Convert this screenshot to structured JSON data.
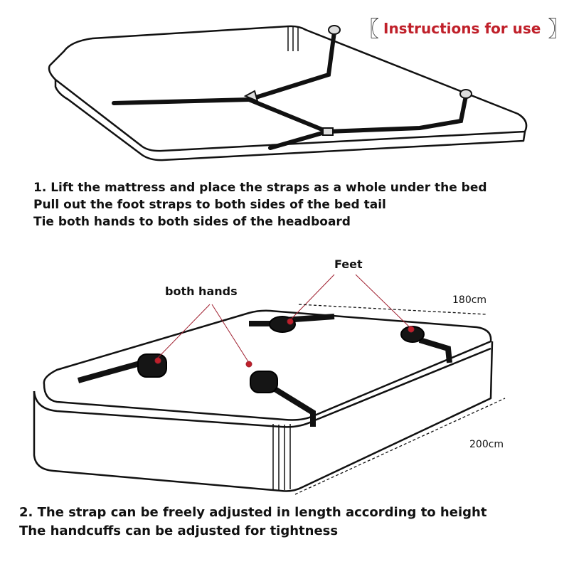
{
  "header": {
    "title": "Instructions for use",
    "bracket_left": "〖",
    "bracket_right": "〗",
    "title_color": "#c0202a"
  },
  "step1": {
    "lines": [
      "1. Lift the mattress and place the straps as a whole under the bed",
      "Pull out the foot straps to both sides of the bed tail",
      "Tie both hands to both sides of the headboard"
    ]
  },
  "diagram": {
    "label_feet": "Feet",
    "label_hands": "both hands",
    "width_label": "180cm",
    "length_label": "200cm"
  },
  "step2": {
    "lines": [
      "2. The strap can be freely adjusted in length according to height",
      "The handcuffs can be adjusted for tightness"
    ]
  }
}
